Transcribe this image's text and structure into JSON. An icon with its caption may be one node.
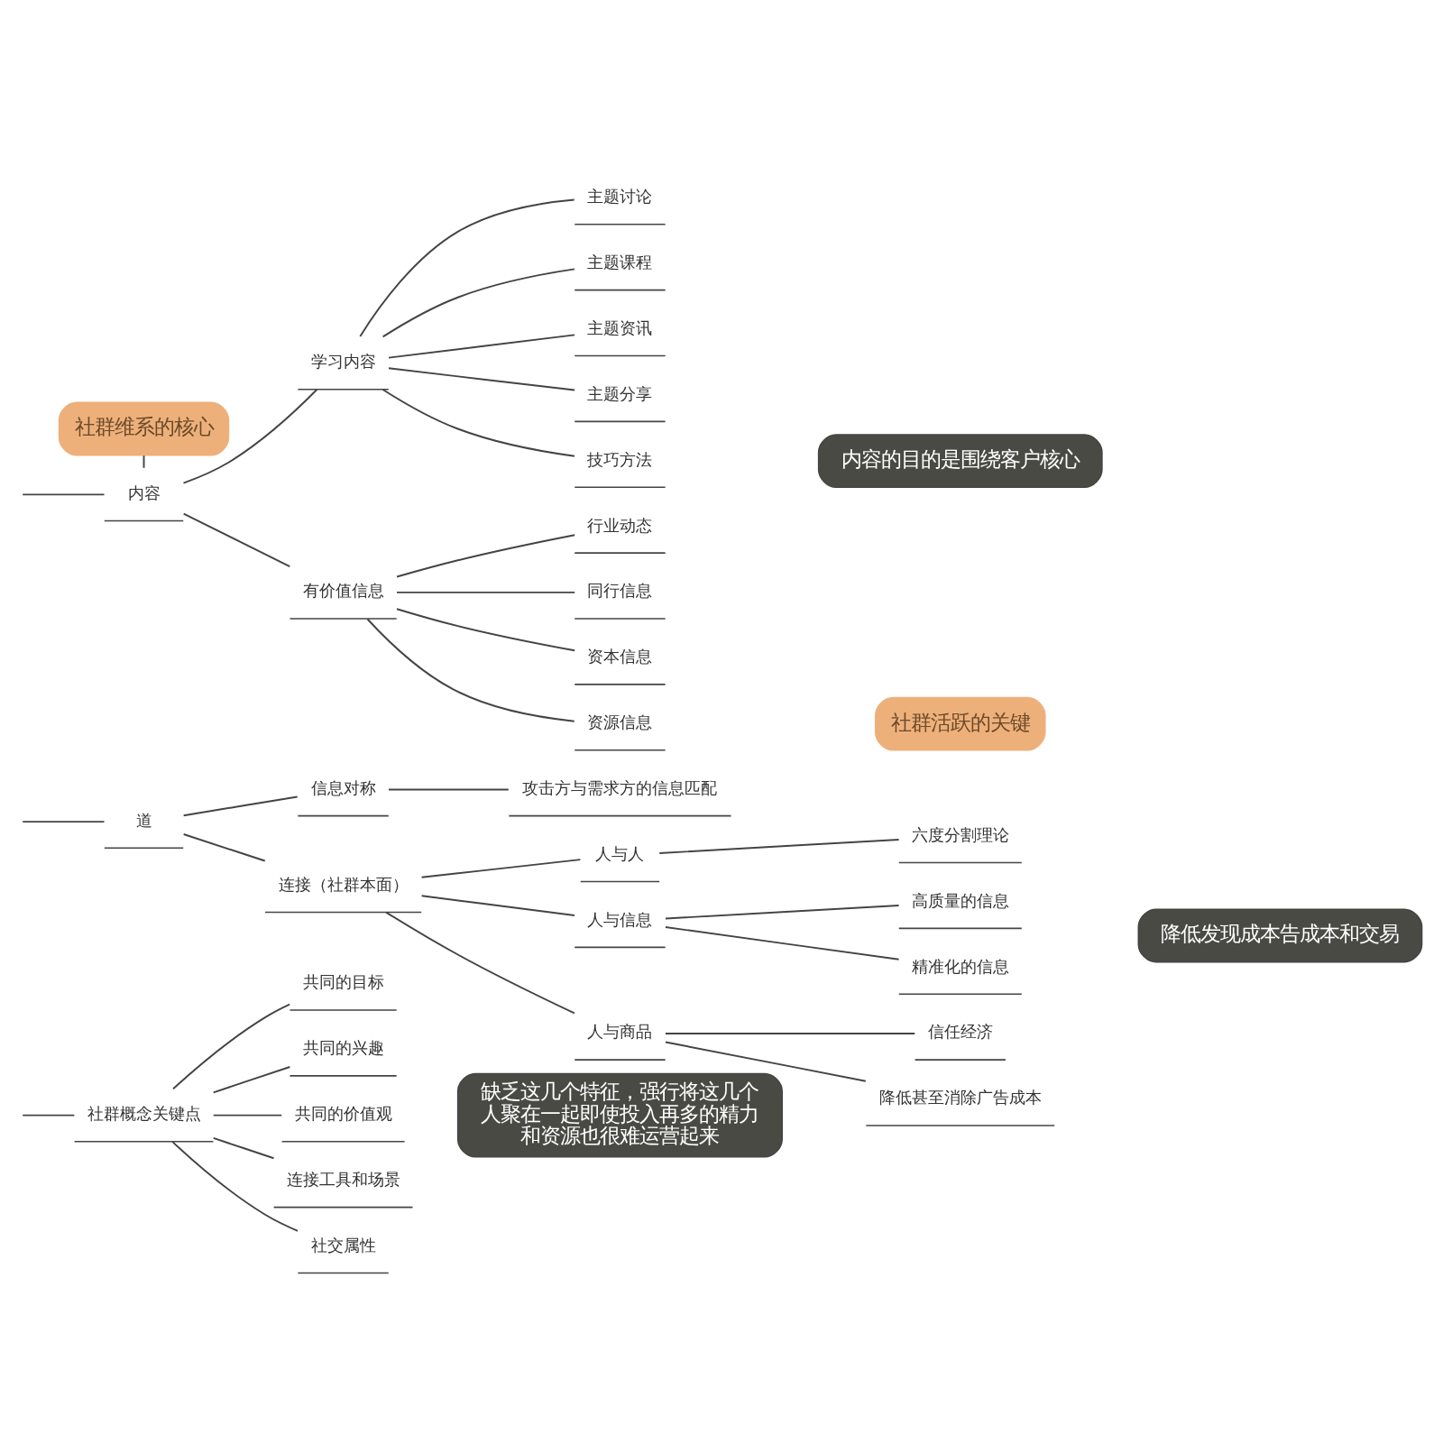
{
  "diagram": {
    "nodes": [
      {
        "text": [
          "社群概念关键点"
        ]
      },
      {
        "text": [
          "共同的目标"
        ]
      },
      {
        "text": [
          "共同的兴趣"
        ]
      },
      {
        "text": [
          "共同的价值观"
        ]
      },
      {
        "text": [
          "连接工具和场景"
        ]
      },
      {
        "text": [
          "社交属性"
        ]
      },
      {
        "text": [
          "缺乏这几个特征，强行将这几个人聚在一起即使投入再多的精力和资源也很难运营起来"
        ]
      },
      {
        "text": [
          "道"
        ]
      },
      {
        "text": [
          "信息对称"
        ]
      },
      {
        "text": [
          "攻击方与需求方的信息匹配"
        ]
      },
      {
        "text": [
          "连接（社群本面）"
        ]
      },
      {
        "text": [
          "人与人"
        ]
      },
      {
        "text": [
          "六度分割理论"
        ]
      },
      {
        "text": [
          "人与信息"
        ]
      },
      {
        "text": [
          "高质量的信息"
        ]
      },
      {
        "text": [
          "精准化的信息"
        ]
      },
      {
        "text": [
          "人与商品"
        ]
      },
      {
        "text": [
          "信任经济"
        ]
      },
      {
        "text": [
          "降低甚至消除广告成本"
        ]
      },
      {
        "text": [
          "降低发现成本告成本和交易"
        ]
      },
      {
        "text": [
          "社群维系的核心"
        ]
      },
      {
        "text": [
          "内容"
        ]
      },
      {
        "text": [
          "学习内容"
        ]
      },
      {
        "text": [
          "主题讨论"
        ]
      },
      {
        "text": [
          "主题课程"
        ]
      },
      {
        "text": [
          "主题资讯"
        ]
      },
      {
        "text": [
          "主题分享"
        ]
      },
      {
        "text": [
          "技巧方法"
        ]
      },
      {
        "text": [
          "有价值信息"
        ]
      },
      {
        "text": [
          "行业动态"
        ]
      },
      {
        "text": [
          "同行信息"
        ]
      },
      {
        "text": [
          "资本信息"
        ]
      },
      {
        "text": [
          "资源信息"
        ]
      },
      {
        "text": [
          "内容的目的是围绕客户核心"
        ]
      },
      {
        "text": [
          "社群活跃的关键"
        ]
      }
    ],
    "edges": [
      {
        "from": null,
        "to": 0,
        "arrow": "none"
      },
      {
        "from": 0,
        "to": 1,
        "arrow": "none"
      },
      {
        "from": 0,
        "to": 2,
        "arrow": "none"
      },
      {
        "from": 0,
        "to": 3,
        "arrow": "none"
      },
      {
        "from": 0,
        "to": 4,
        "arrow": "none"
      },
      {
        "from": 0,
        "to": 5,
        "arrow": "none"
      },
      {
        "from": null,
        "to": 7,
        "arrow": "none"
      },
      {
        "from": 7,
        "to": 8,
        "arrow": "none"
      },
      {
        "from": 8,
        "to": 9,
        "arrow": "none"
      },
      {
        "from": 7,
        "to": 10,
        "arrow": "none"
      },
      {
        "from": 10,
        "to": 11,
        "arrow": "none"
      },
      {
        "from": 11,
        "to": 12,
        "arrow": "none"
      },
      {
        "from": 10,
        "to": 13,
        "arrow": "none"
      },
      {
        "from": 13,
        "to": 14,
        "arrow": "none"
      },
      {
        "from": 13,
        "to": 15,
        "arrow": "none"
      },
      {
        "from": 10,
        "to": 16,
        "arrow": "none"
      },
      {
        "from": 16,
        "to": 17,
        "arrow": "none"
      },
      {
        "from": 16,
        "to": 18,
        "arrow": "none"
      },
      {
        "from": 20,
        "to": 21,
        "arrow": "none"
      },
      {
        "from": null,
        "to": 21,
        "arrow": "none"
      },
      {
        "from": 21,
        "to": 22,
        "arrow": "none"
      },
      {
        "from": 22,
        "to": 23,
        "arrow": "none"
      },
      {
        "from": 22,
        "to": 24,
        "arrow": "none"
      },
      {
        "from": 22,
        "to": 25,
        "arrow": "none"
      },
      {
        "from": 22,
        "to": 26,
        "arrow": "none"
      },
      {
        "from": 22,
        "to": 27,
        "arrow": "none"
      },
      {
        "from": 21,
        "to": 28,
        "arrow": "none"
      },
      {
        "from": 28,
        "to": 29,
        "arrow": "none"
      },
      {
        "from": 28,
        "to": 30,
        "arrow": "none"
      },
      {
        "from": 28,
        "to": 31,
        "arrow": "none"
      },
      {
        "from": 28,
        "to": 32,
        "arrow": "none"
      }
    ]
  }
}
